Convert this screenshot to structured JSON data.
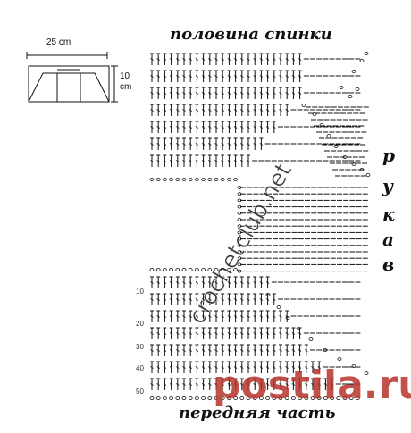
{
  "title_top": "половина спинки",
  "title_bottom": "передняя часть",
  "side_label": [
    "р",
    "у",
    "к",
    "а",
    "в"
  ],
  "schematic": {
    "width_label": "25 cm",
    "height_label": "10 cm"
  },
  "row_numbers": [
    "10",
    "20",
    "30",
    "40",
    "50"
  ],
  "watermark_site": "crochetclub.net",
  "watermark_logo": "postila.ru",
  "colors": {
    "ink": "#111111",
    "logo": "#b7352c"
  }
}
